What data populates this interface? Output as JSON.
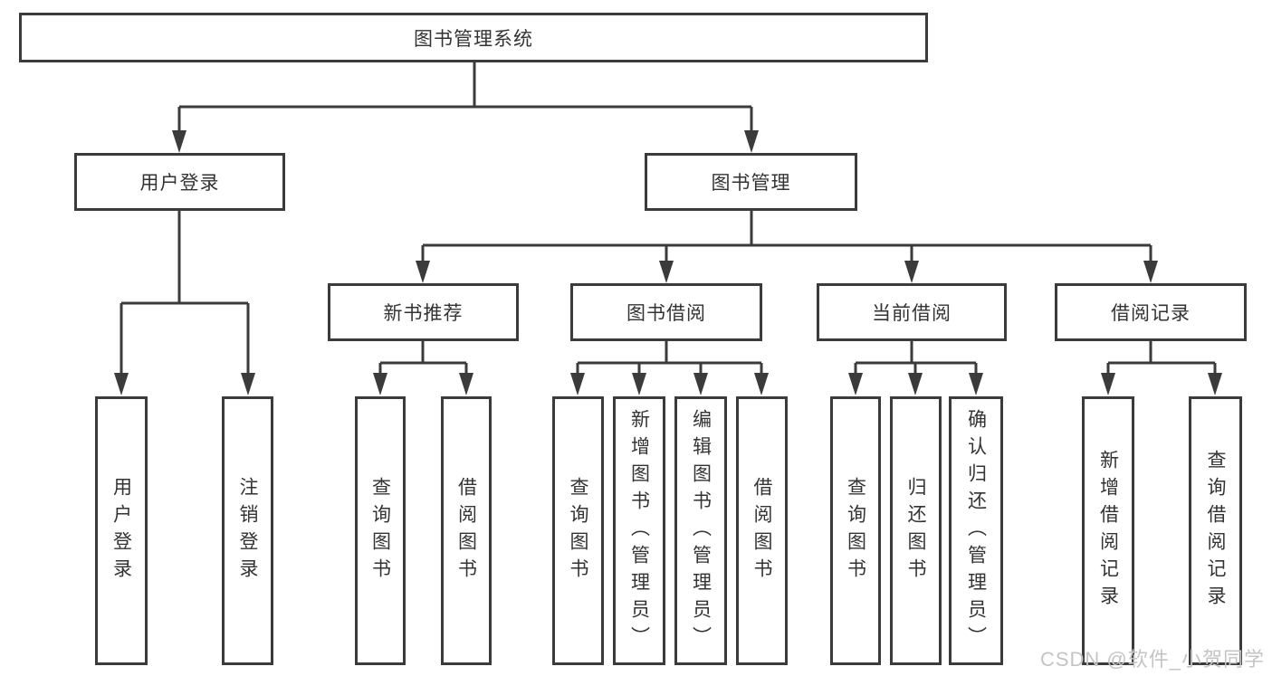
{
  "diagram": {
    "title_node": "图书管理系统",
    "level2": {
      "user_login": "用户登录",
      "book_mgmt": "图书管理"
    },
    "level3": {
      "new_books": "新书推荐",
      "book_borrow": "图书借阅",
      "current_borrow": "当前借阅",
      "borrow_records": "借阅记录"
    },
    "leaves": {
      "user_login_children": [
        "用户登录",
        "注销登录"
      ],
      "new_books_children": [
        "查询图书",
        "借阅图书"
      ],
      "book_borrow_children": [
        "查询图书",
        "新增图书（管理员）",
        "编辑图书（管理员）",
        "借阅图书"
      ],
      "current_borrow_children": [
        "查询图书",
        "归还图书",
        "确认归还（管理员）"
      ],
      "borrow_records_children": [
        "新增借阅记录",
        "查询借阅记录"
      ]
    }
  },
  "watermark": "CSDN @软件_小贺同学",
  "colors": {
    "line": "#3b3b3b",
    "text": "#333333",
    "watermark": "#c4c4c4",
    "background": "#ffffff"
  }
}
